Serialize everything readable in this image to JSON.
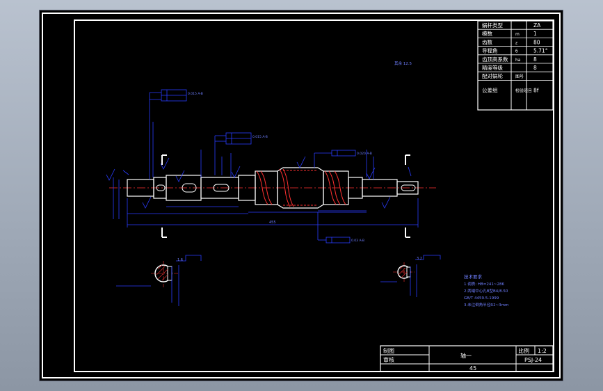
{
  "colors": {
    "background": "#000000",
    "frame": "#ffffff",
    "dimension": "#2a3cff",
    "geometry": "#ffffff",
    "centerline": "#ff3030",
    "hatch": "#cc2a2a",
    "title_text": "#ffffff"
  },
  "param_table": {
    "rows": [
      {
        "label": "蜗杆类型",
        "symbol": "",
        "value": "ZA"
      },
      {
        "label": "模数",
        "symbol": "m",
        "value": "1"
      },
      {
        "label": "齿数",
        "symbol": "z",
        "value": "80"
      },
      {
        "label": "导程角",
        "symbol": "б",
        "value": "5.71°"
      },
      {
        "label": "齿顶高系数",
        "symbol": "ha",
        "value": "8"
      },
      {
        "label": "精度等级",
        "symbol": "",
        "value": "8"
      },
      {
        "label": "配对蜗轮",
        "symbol": "图号",
        "value": ""
      },
      {
        "label": "公差组",
        "symbol": "检验项目",
        "value": "8f"
      }
    ]
  },
  "title_block": {
    "drawn_label": "制图",
    "checked_label": "审核",
    "part_name": "轴一",
    "material": "45",
    "scale_label": "比例",
    "scale_value": "1:2",
    "drawing_no": "PSJ-24"
  },
  "tech_requirements": {
    "heading": "技术要求",
    "lines": [
      "1.调质: HB=241~286",
      "2.两端中心孔B型B4/8.50",
      "GB/T 4459.5-1999",
      "3.未注倒角半径R2~3mm"
    ]
  },
  "annotations": {
    "roughness_general": "其余 12.5",
    "total_length": "455",
    "section_left_label": "1.6",
    "section_right_label": "3.2",
    "tolerance_1": "0.015 A-B",
    "tolerance_2": "0.015 A-B",
    "tolerance_3": "0.020 A-B",
    "tolerance_4": "0.03 A-B"
  }
}
